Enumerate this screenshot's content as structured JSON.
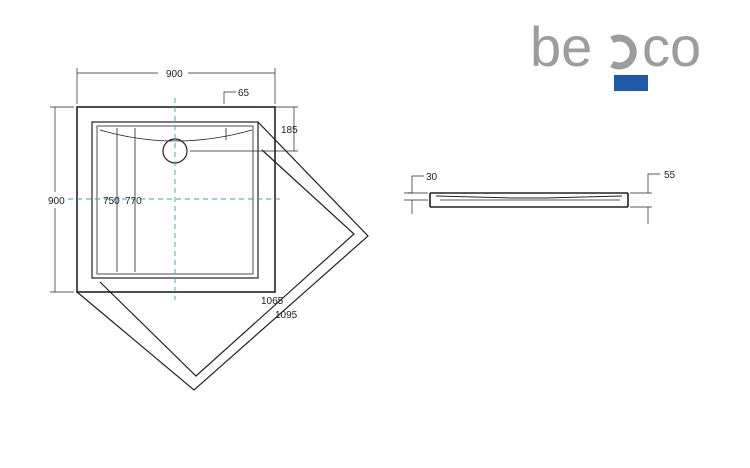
{
  "brand": {
    "logo_text_left": "be",
    "logo_text_right": "co",
    "gray": "#9c9c9c",
    "blue": "#1f5aa6"
  },
  "plan_view": {
    "overall_width": "900",
    "overall_depth": "900",
    "rim_width": "65",
    "drain_offset": "185",
    "inner_750": "750",
    "inner_770": "770",
    "diagonal_inner": "1065",
    "diagonal_outer": "1095"
  },
  "side_view": {
    "height_30": "30",
    "height_55": "55"
  },
  "colors": {
    "line": "#222222",
    "centerline": "#3aa7a3"
  }
}
